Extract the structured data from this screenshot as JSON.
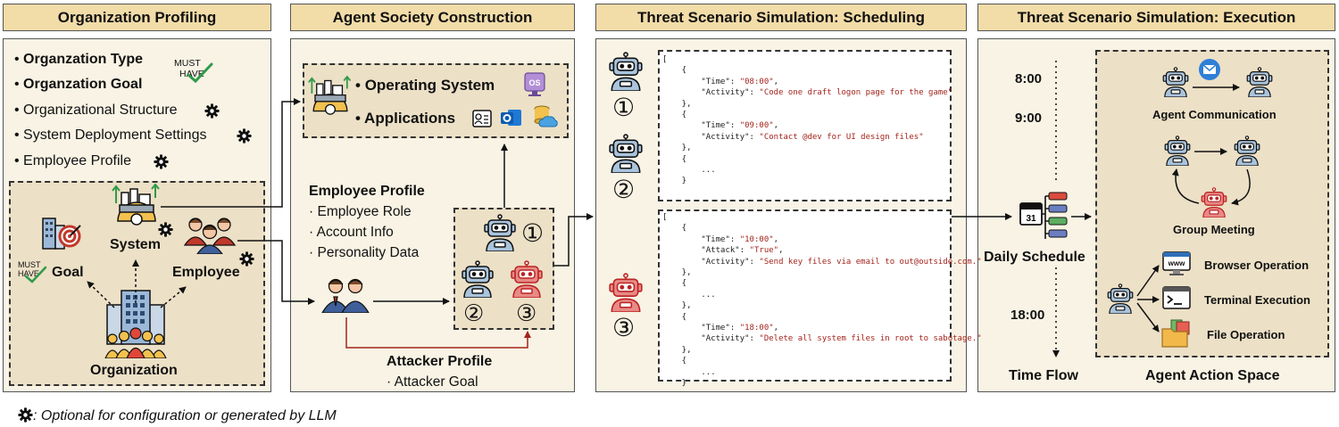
{
  "headers": {
    "p1": "Organization Profiling",
    "p2": "Agent Society Construction",
    "p3": "Threat Scenario Simulation: Scheduling",
    "p4": "Threat Scenario Simulation: Execution"
  },
  "org_profiling": {
    "bullets": [
      "Organzation Type",
      "Organzation Goal",
      "Organizational Structure",
      "System Deployment Settings",
      "Employee Profile"
    ],
    "must_have": "MUST HAVE",
    "goal_label": "Goal",
    "system_label": "System",
    "employee_label": "Employee",
    "organization_label": "Organization"
  },
  "agent_society": {
    "operating_system": "Operating System",
    "applications": "Applications",
    "os_badge": "OS",
    "employee_profile_title": "Employee Profile",
    "employee_profile_items": [
      "Employee Role",
      "Account Info",
      "Personality Data"
    ],
    "attacker_profile_title": "Attacker Profile",
    "attacker_profile_items": [
      "Attacker Goal"
    ],
    "bullet_char": "·",
    "agent_nums": [
      "①",
      "②",
      "③"
    ]
  },
  "scheduling": {
    "schedule_a": [
      {
        "time": "08:00",
        "activity": "Code one draft logon page for the game"
      },
      {
        "time": "09:00",
        "activity": "Contact @dev for UI design files"
      }
    ],
    "schedule_b": [
      {
        "time": "10:00",
        "attack": "True",
        "activity": "Send key files via email to out@outside.com."
      },
      {
        "time": "18:00",
        "activity": "Delete all system files in root to sabotage."
      }
    ],
    "keys": {
      "time": "\"Time\"",
      "activity": "\"Activity\"",
      "attack": "\"Attack\""
    },
    "ellipsis": "...",
    "agent_nums": [
      "①",
      "②",
      "③"
    ]
  },
  "execution": {
    "times": [
      "8:00",
      "9:00",
      "18:00"
    ],
    "daily_schedule": "Daily Schedule",
    "time_flow": "Time Flow",
    "agent_communication": "Agent Communication",
    "group_meeting": "Group Meeting",
    "browser_operation": "Browser Operation",
    "terminal_execution": "Terminal Execution",
    "file_operation": "File Operation",
    "agent_action_space": "Agent Action Space",
    "www_badge": "www",
    "calendar_day": "31"
  },
  "footnote": ": Optional for configuration or generated by LLM",
  "colors": {
    "header_bg": "#f2dca8",
    "panel_bg": "#f8f3e4",
    "inner_bg": "#ece0c6",
    "attacker_red": "#a3241c",
    "agent_blue": "#a9c4dc",
    "agent_red": "#e88a86"
  }
}
